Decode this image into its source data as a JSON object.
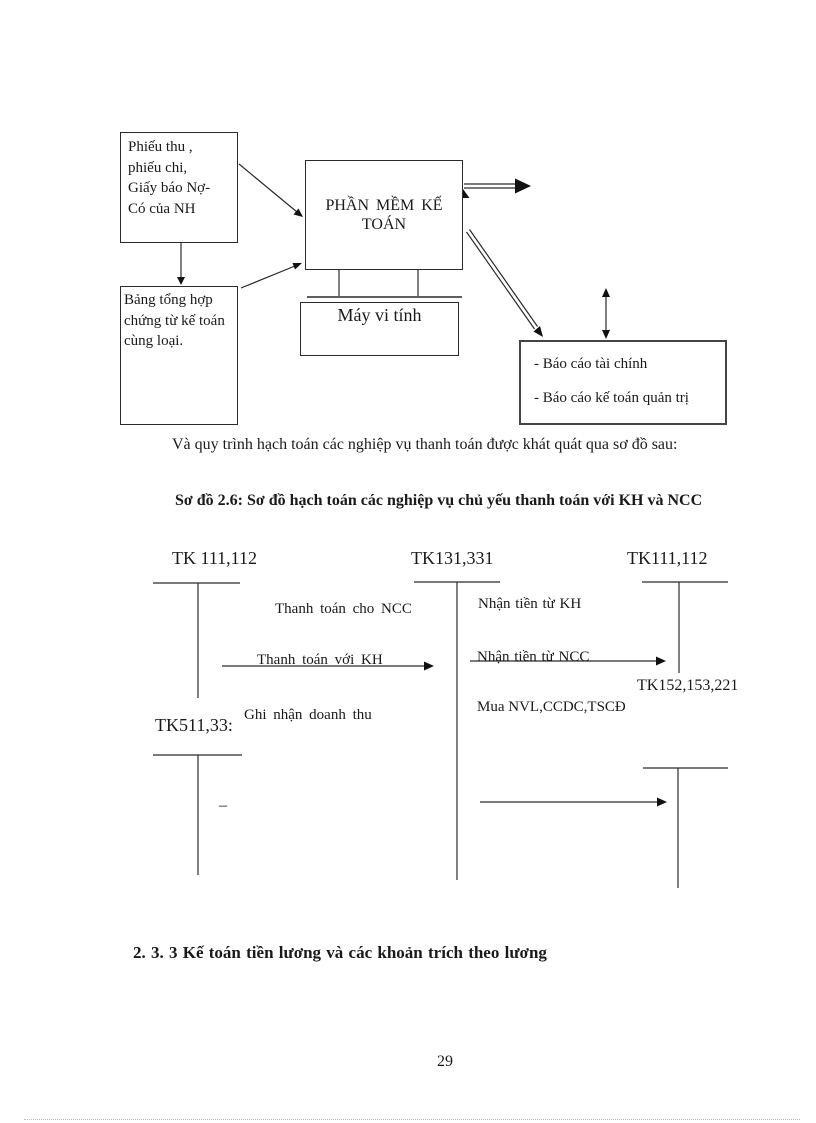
{
  "flowchart": {
    "box_documents": {
      "text": "Phiếu thu ,\nphiếu chi,\nGiấy báo Nợ-\nCó của NH"
    },
    "box_software": {
      "text": "PHẦN MỀM KẾ TOÁN"
    },
    "box_computer": {
      "text": "Máy vi tính"
    },
    "box_summary": {
      "text": "Bảng tổng hợp\nchứng từ kế toán\ncùng loại."
    },
    "box_reports": {
      "lines": [
        "- Báo cáo tài chính",
        "- Báo cáo kế toán quản trị"
      ]
    }
  },
  "paragraph": "Và quy trình hạch toán các nghiệp vụ thanh toán được khát quát qua sơ đồ sau:",
  "diagram_caption": "Sơ đồ 2.6: Sơ đồ hạch toán các nghiệp vụ chủ yếu thanh toán với KH và NCC",
  "taccounts": {
    "header_left": "TK 111,112",
    "header_center": "TK131,331",
    "header_right": "TK111,112",
    "label_pay_ncc": "Thanh toán cho NCC",
    "label_receive_kh": "Nhận tiền từ KH",
    "label_pay_kh": "Thanh toán với KH",
    "label_receive_ncc": "Nhận tiền từ NCC",
    "label_tk152": "TK152,153,221",
    "label_mua": "Mua NVL,CCDC,TSCĐ",
    "label_tk511": "TK511,33:",
    "label_revenue": "Ghi nhận doanh thu",
    "dash": "–"
  },
  "section_heading": "2. 3. 3 Kế toán tiền lương và các khoản trích theo lương",
  "page": {
    "number": "29"
  },
  "colors": {
    "ink": "#1a1a1a",
    "line": "#2b2b2b"
  }
}
